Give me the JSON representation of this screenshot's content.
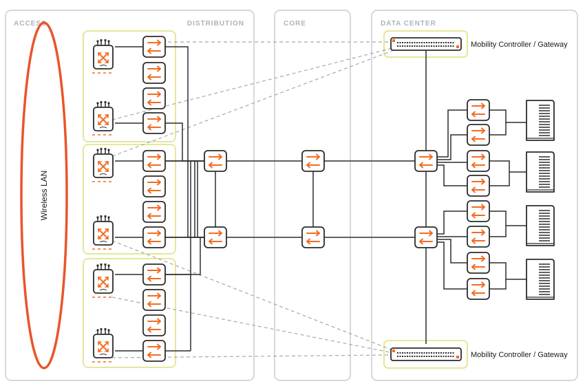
{
  "zones": {
    "access": "ACCESS",
    "distribution": "DISTRIBUTION",
    "core": "CORE",
    "data_center": "DATA CENTER"
  },
  "wireless_lan": {
    "label": "Wireless LAN"
  },
  "controllers": {
    "top": {
      "label": "Mobility Controller / Gateway",
      "icon": "controller-gateway-icon"
    },
    "bottom": {
      "label": "Mobility Controller / Gateway",
      "icon": "controller-gateway-icon"
    }
  },
  "icons": {
    "access_point": "access-point-icon",
    "switch": "switch-icon",
    "server": "server-icon"
  },
  "colors": {
    "accent_orange": "#f26b21",
    "wlan_ellipse": "#e8552b",
    "group_highlight": "#e6e69a",
    "zone_border": "#c8ccd0",
    "device_stroke": "#2b2b2b",
    "link_solid": "#2b2b2b",
    "link_dashed": "#a7a7a7"
  }
}
